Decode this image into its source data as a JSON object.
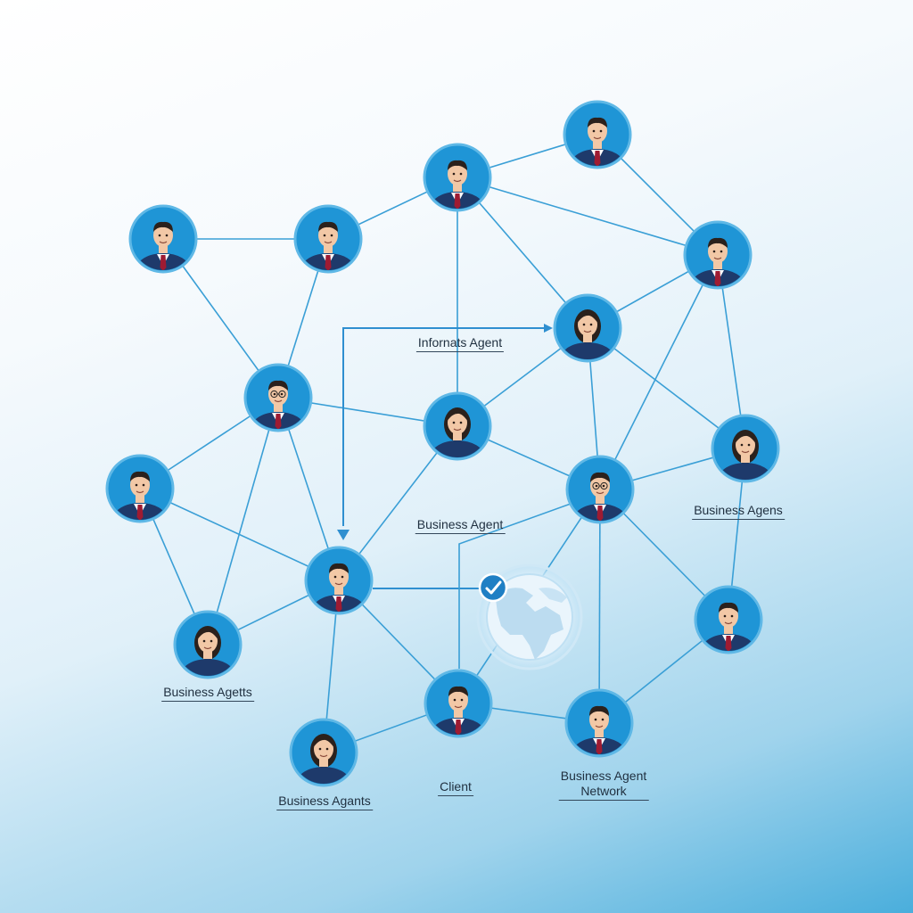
{
  "colors": {
    "node_fill": "#1f95d6",
    "node_ring": "#5fb8e6",
    "edge": "#3a9fd6",
    "suit": "#1e3a6b",
    "tie": "#9e1b32",
    "hair": "#2b211c",
    "skin": "#f2c8a6"
  },
  "nodes": [
    {
      "id": "p01",
      "avatar": "man-icon"
    },
    {
      "id": "p02",
      "avatar": "man-icon"
    },
    {
      "id": "p03",
      "avatar": "man-icon"
    },
    {
      "id": "p04",
      "avatar": "man-icon"
    },
    {
      "id": "p05",
      "avatar": "man-icon"
    },
    {
      "id": "p06",
      "avatar": "woman-icon"
    },
    {
      "id": "p07",
      "avatar": "man-glasses-icon"
    },
    {
      "id": "p08",
      "avatar": "woman-icon"
    },
    {
      "id": "p09",
      "avatar": "man-icon"
    },
    {
      "id": "p10",
      "avatar": "man-glasses-icon"
    },
    {
      "id": "p11",
      "avatar": "woman-icon"
    },
    {
      "id": "p12",
      "avatar": "man-icon"
    },
    {
      "id": "p13",
      "avatar": "woman-icon"
    },
    {
      "id": "p14",
      "avatar": "man-icon"
    },
    {
      "id": "p15",
      "avatar": "man-icon"
    },
    {
      "id": "p16",
      "avatar": "woman-icon"
    },
    {
      "id": "p17",
      "avatar": "man-icon"
    }
  ],
  "edges": [
    [
      "p01",
      "p02"
    ],
    [
      "p01",
      "p07"
    ],
    [
      "p02",
      "p03"
    ],
    [
      "p02",
      "p07"
    ],
    [
      "p03",
      "p04"
    ],
    [
      "p03",
      "p05"
    ],
    [
      "p03",
      "p06"
    ],
    [
      "p03",
      "p08"
    ],
    [
      "p04",
      "p05"
    ],
    [
      "p05",
      "p06"
    ],
    [
      "p05",
      "p10"
    ],
    [
      "p05",
      "p11"
    ],
    [
      "p06",
      "p08"
    ],
    [
      "p06",
      "p10"
    ],
    [
      "p06",
      "p11"
    ],
    [
      "p07",
      "p08"
    ],
    [
      "p07",
      "p09"
    ],
    [
      "p07",
      "p12"
    ],
    [
      "p07",
      "p13"
    ],
    [
      "p08",
      "p10"
    ],
    [
      "p08",
      "p12"
    ],
    [
      "p09",
      "p12"
    ],
    [
      "p09",
      "p13"
    ],
    [
      "p10",
      "p11"
    ],
    [
      "p10",
      "p14"
    ],
    [
      "p10",
      "p17"
    ],
    [
      "p10",
      "p15"
    ],
    [
      "p11",
      "p14"
    ],
    [
      "p12",
      "p13"
    ],
    [
      "p12",
      "p15"
    ],
    [
      "p12",
      "p16"
    ],
    [
      "p14",
      "p17"
    ],
    [
      "p15",
      "p16"
    ],
    [
      "p15",
      "p17"
    ]
  ],
  "labels": {
    "informats_agent": "Infornats Agent",
    "business_agent_center": "Business Agent",
    "business_agens_right": "Business Agens",
    "business_agetts_left": "Business Agetts",
    "business_agants_bottom": "Business Agants",
    "client": "Client",
    "business_agent_network_line1": "Business Agent",
    "business_agent_network_line2": "Network"
  },
  "globe": {
    "icon": "globe-icon",
    "badge_icon": "check-badge-icon"
  }
}
